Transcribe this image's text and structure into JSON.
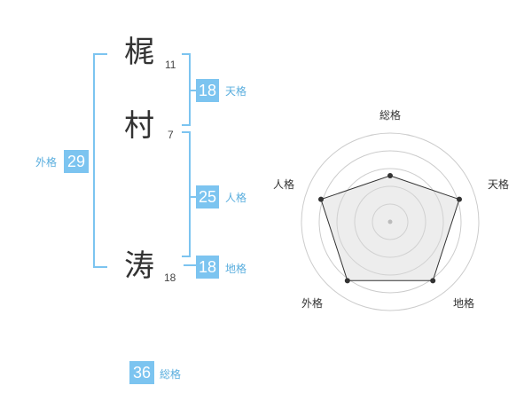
{
  "name_chars": [
    {
      "char": "梶",
      "strokes": "11"
    },
    {
      "char": "村",
      "strokes": "7"
    },
    {
      "char": "涛",
      "strokes": "18"
    }
  ],
  "fortunes": {
    "tenkaku": {
      "value": "18",
      "label": "天格"
    },
    "jinkaku": {
      "value": "25",
      "label": "人格"
    },
    "chikaku": {
      "value": "18",
      "label": "地格"
    },
    "gaikaku": {
      "value": "29",
      "label": "外格"
    },
    "soukaku": {
      "value": "36",
      "label": "総格"
    }
  },
  "colors": {
    "accent": "#7cc4f0",
    "text": "#333333",
    "label": "#5aaede"
  },
  "chart_data": {
    "type": "radar",
    "axes": [
      "総格",
      "天格",
      "地格",
      "外格",
      "人格"
    ],
    "values": [
      2.6,
      4.1,
      4.1,
      4.1,
      4.1
    ],
    "max": 5,
    "rings": 5
  }
}
